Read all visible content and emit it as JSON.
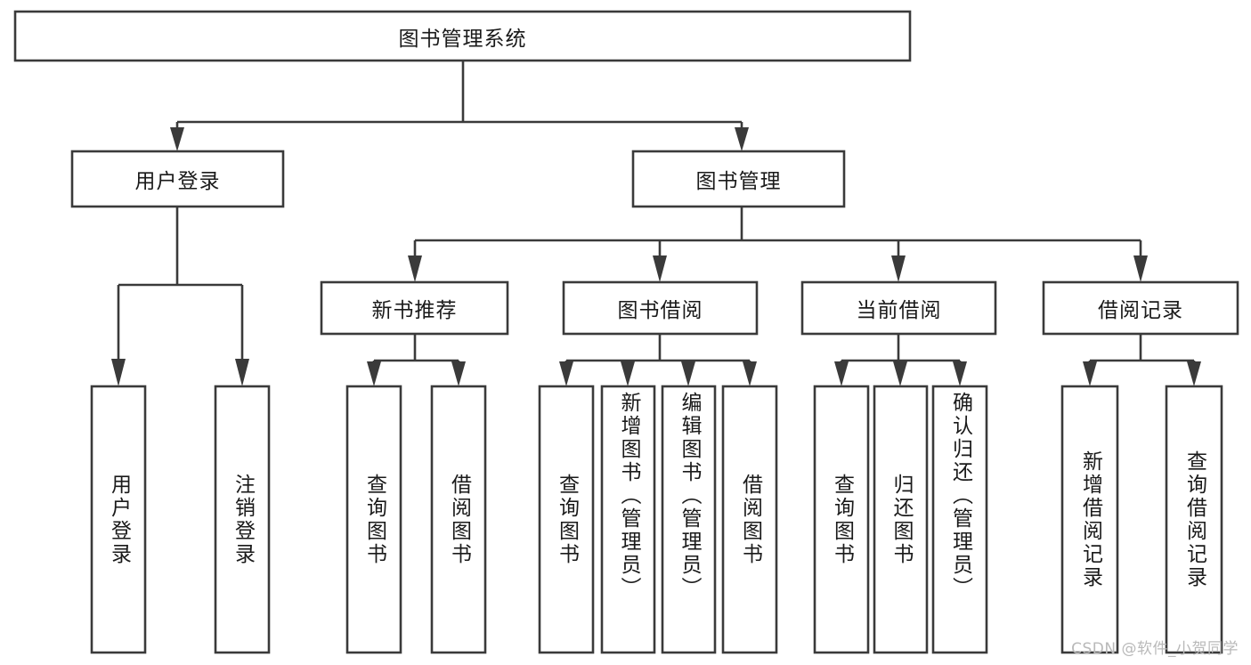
{
  "diagram": {
    "type": "tree-hierarchy",
    "title": "图书管理系统",
    "watermark": "CSDN @软件_小贺同学",
    "colors": {
      "stroke": "#3a3a3a",
      "box_fill": "#ffffff",
      "text": "#1a1a1a",
      "background": "#ffffff",
      "watermark": "#b9b9b9"
    },
    "levels": {
      "root": {
        "label": "图书管理系统",
        "orientation": "horizontal"
      },
      "level2": [
        {
          "label": "用户登录",
          "orientation": "horizontal"
        },
        {
          "label": "图书管理",
          "orientation": "horizontal"
        }
      ],
      "level3": [
        {
          "label": "新书推荐",
          "orientation": "horizontal"
        },
        {
          "label": "图书借阅",
          "orientation": "horizontal"
        },
        {
          "label": "当前借阅",
          "orientation": "horizontal"
        },
        {
          "label": "借阅记录",
          "orientation": "horizontal"
        }
      ],
      "leaves": {
        "user_login": [
          {
            "label": "用户登录",
            "orientation": "vertical"
          },
          {
            "label": "注销登录",
            "orientation": "vertical"
          }
        ],
        "new_book_recommend": [
          {
            "label": "查询图书",
            "orientation": "vertical"
          },
          {
            "label": "借阅图书",
            "orientation": "vertical"
          }
        ],
        "book_borrow": [
          {
            "label": "查询图书",
            "orientation": "vertical"
          },
          {
            "label": "新增图书（管理员）",
            "orientation": "vertical"
          },
          {
            "label": "编辑图书（管理员）",
            "orientation": "vertical"
          },
          {
            "label": "借阅图书",
            "orientation": "vertical"
          }
        ],
        "current_borrow": [
          {
            "label": "查询图书",
            "orientation": "vertical"
          },
          {
            "label": "归还图书",
            "orientation": "vertical"
          },
          {
            "label": "确认归还（管理员）",
            "orientation": "vertical"
          }
        ],
        "borrow_record": [
          {
            "label": "新增借阅记录",
            "orientation": "vertical"
          },
          {
            "label": "查询借阅记录",
            "orientation": "vertical"
          }
        ]
      }
    }
  }
}
